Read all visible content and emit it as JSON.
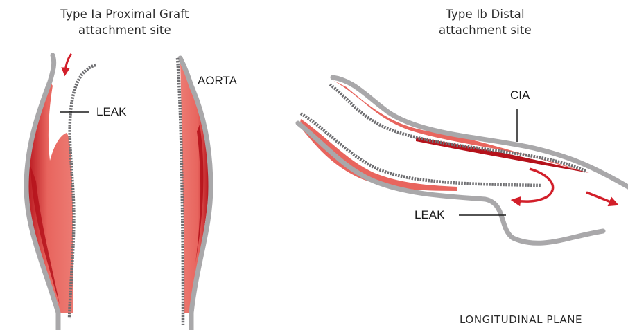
{
  "panels": {
    "left": {
      "title_line1": "Type Ia Proximal Graft",
      "title_line2": "attachment site",
      "leak_label": "LEAK",
      "vessel_label": "AORTA"
    },
    "right": {
      "title_line1": "Type Ib Distal",
      "title_line2": "attachment site",
      "vessel_label": "CIA",
      "leak_label": "LEAK",
      "plane_label": "LONGITUDINAL PLANE"
    }
  },
  "colors": {
    "vessel_wall": "#a9a8aa",
    "stent_wire": "#6f6f72",
    "thrombus_light": "#e8655e",
    "thrombus_dark": "#b5121b",
    "flow_arrow": "#d21f2a",
    "leader_line": "#1a1a1a"
  },
  "icons": {
    "flow_arrow": "red-arrow-icon"
  }
}
